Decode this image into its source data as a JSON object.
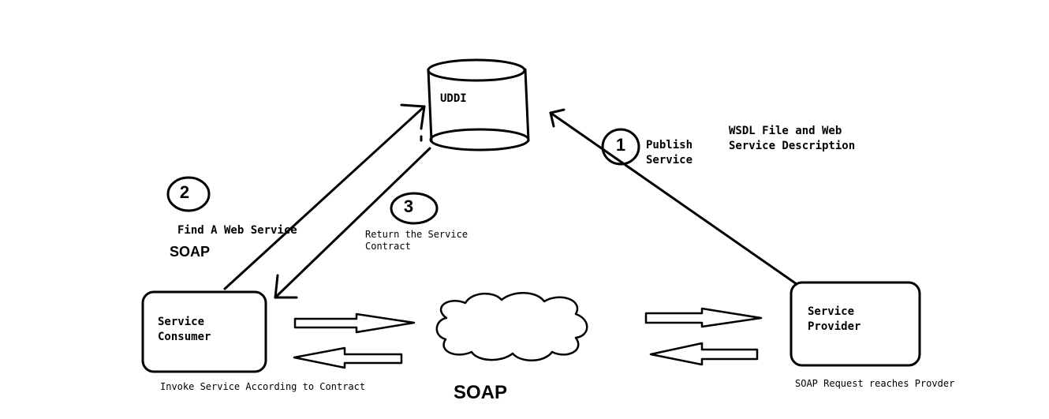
{
  "uddi": {
    "label": "UDDI"
  },
  "step1": {
    "number": "1",
    "text": "Publish\nService"
  },
  "step2": {
    "number": "2",
    "text": "Find A Web Service"
  },
  "step3": {
    "number": "3",
    "text": "Return the Service\nContract"
  },
  "wsdl": {
    "text": "WSDL File and Web\nService Description"
  },
  "soap_left": {
    "text": "SOAP"
  },
  "soap_bottom": {
    "text": "SOAP"
  },
  "consumer": {
    "label": "Service\nConsumer",
    "caption": "Invoke Service According to Contract"
  },
  "provider": {
    "label": "Service\nProvider",
    "caption": "SOAP Request reaches Provder"
  }
}
